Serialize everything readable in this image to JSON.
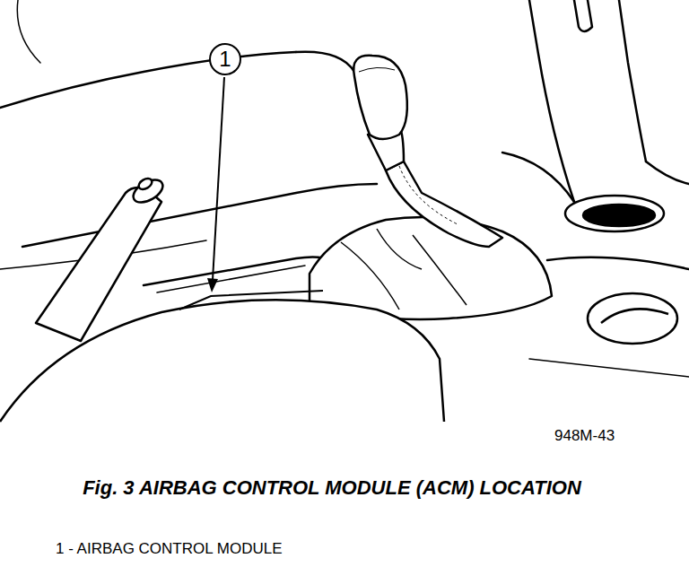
{
  "diagram": {
    "caption": "Fig. 3 AIRBAG CONTROL MODULE (ACM) LOCATION",
    "nodes": [
      {
        "text": [
          "1"
        ]
      }
    ],
    "labels": [
      "948M-43",
      "1 - AIRBAG CONTROL MODULE"
    ]
  }
}
